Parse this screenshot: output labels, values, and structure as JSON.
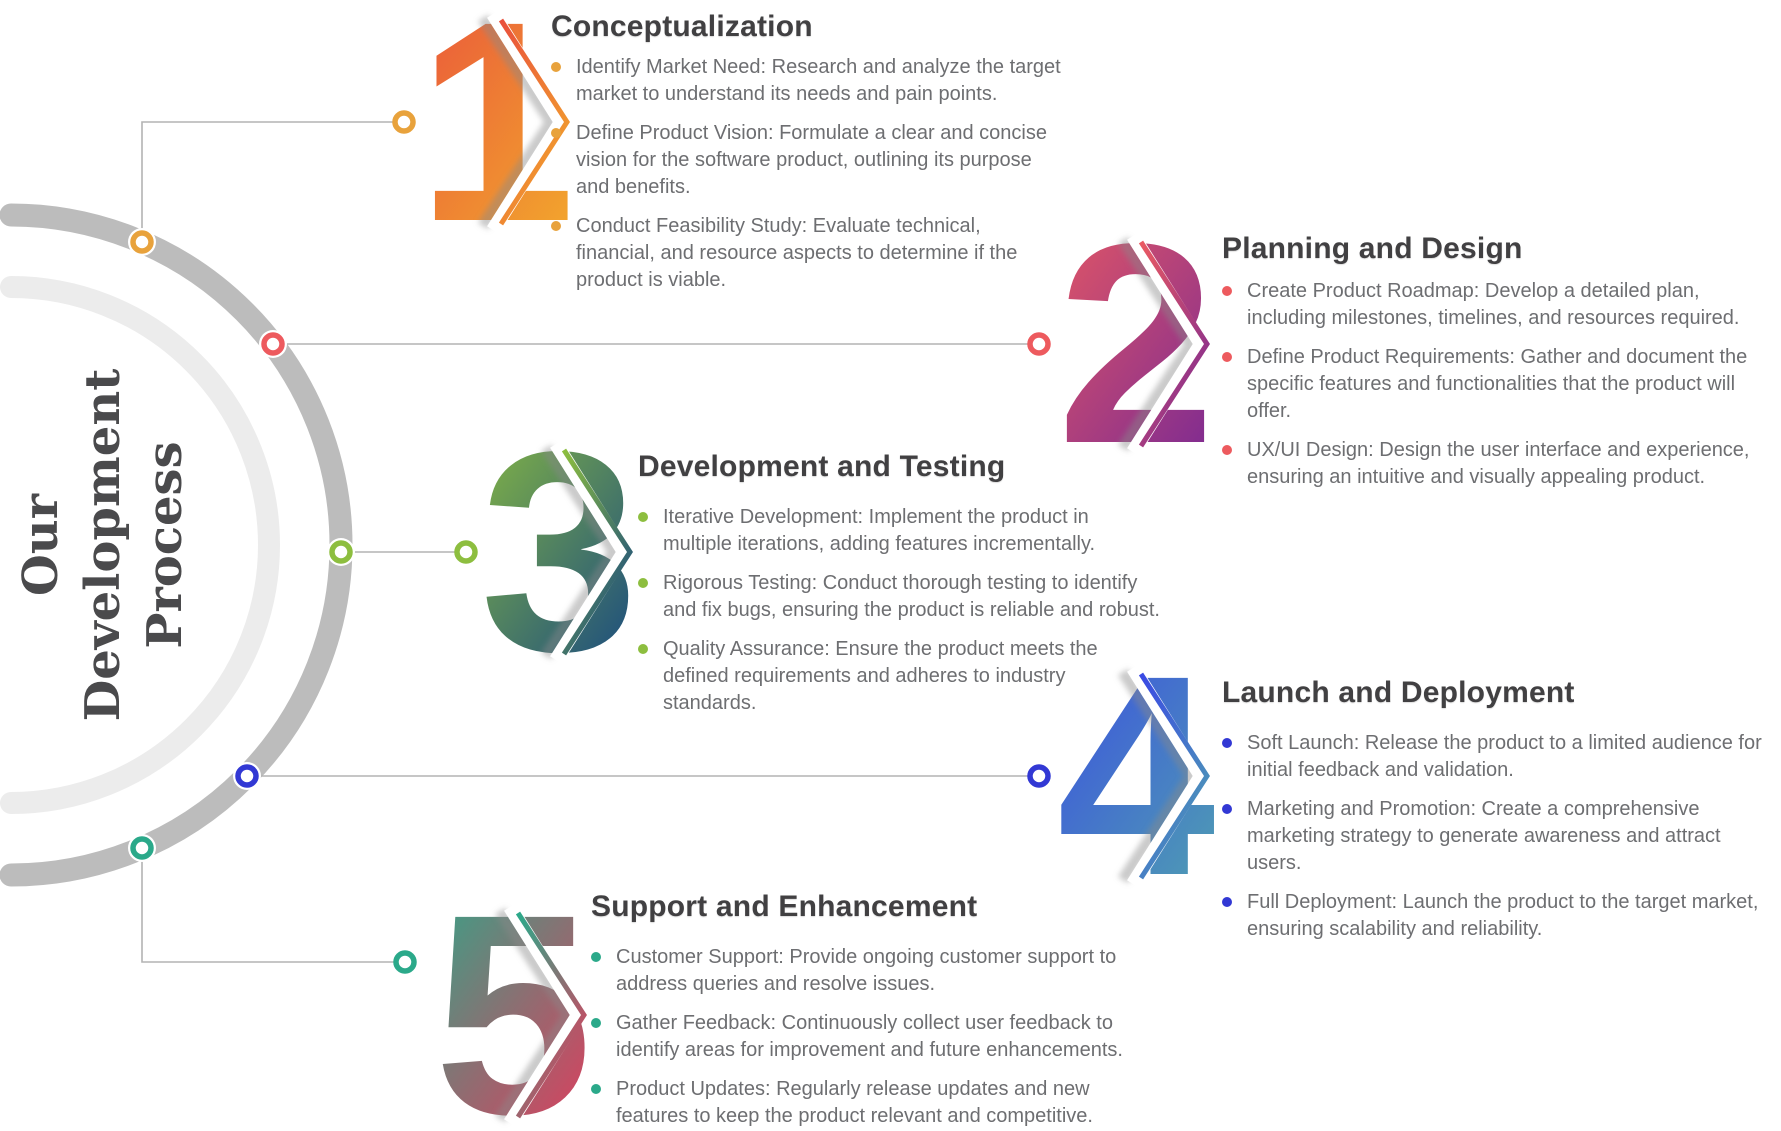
{
  "center_title": {
    "lines": [
      "Our",
      "Development",
      "Process"
    ]
  },
  "colors": {
    "arc_outer": "#bcbcbc",
    "arc_inner": "#ececec",
    "connector": "#b3b3b3",
    "heading": "#414042",
    "body_text": "#6d6e71"
  },
  "steps": [
    {
      "number": "1",
      "title": "Conceptualization",
      "accent": "#E8A23C",
      "gradient": [
        "#E9503C",
        "#F2A42D"
      ],
      "bullets": [
        "Identify Market Need: Research and analyze the target market to understand its needs and pain points.",
        "Define Product Vision: Formulate a clear and concise vision for the software product, outlining its purpose and benefits.",
        "Conduct Feasibility Study: Evaluate technical, financial, and resource aspects to determine if the product is viable."
      ]
    },
    {
      "number": "2",
      "title": "Planning and Design",
      "accent": "#ED5A5E",
      "gradient": [
        "#EA5A62",
        "#812C90"
      ],
      "bullets": [
        "Create Product Roadmap: Develop a detailed plan, including milestones, timelines, and resources required.",
        "Define Product Requirements: Gather and document the specific features and functionalities that the product will offer.",
        "UX/UI Design: Design the user interface and experience, ensuring an intuitive and visually appealing product."
      ]
    },
    {
      "number": "3",
      "title": "Development and Testing",
      "accent": "#8DBE3F",
      "gradient": [
        "#8DBE3F",
        "#1D4E7E"
      ],
      "bullets": [
        "Iterative Development: Implement the product in multiple iterations, adding features incrementally.",
        "Rigorous Testing: Conduct thorough testing to identify and fix bugs, ensuring the product is reliable and robust.",
        "Quality Assurance: Ensure the product meets the defined requirements and adheres to industry standards."
      ]
    },
    {
      "number": "4",
      "title": "Launch and Deployment",
      "accent": "#3238D4",
      "gradient": [
        "#3A49E4",
        "#4E9BB4"
      ],
      "bullets": [
        "Soft Launch: Release the product to a limited audience for initial feedback and validation.",
        "Marketing and Promotion: Create a comprehensive marketing strategy to generate awareness and attract users.",
        "Full Deployment: Launch the product to the target market, ensuring scalability and reliability."
      ]
    },
    {
      "number": "5",
      "title": "Support and Enhancement",
      "accent": "#2BA98A",
      "gradient": [
        "#2BA98A",
        "#D8415F"
      ],
      "bullets": [
        "Customer Support: Provide ongoing customer support to address queries and resolve issues.",
        "Gather Feedback: Continuously collect user feedback to identify areas for improvement and future enhancements.",
        "Product Updates: Regularly release updates and new features to keep the product relevant and competitive."
      ]
    }
  ]
}
